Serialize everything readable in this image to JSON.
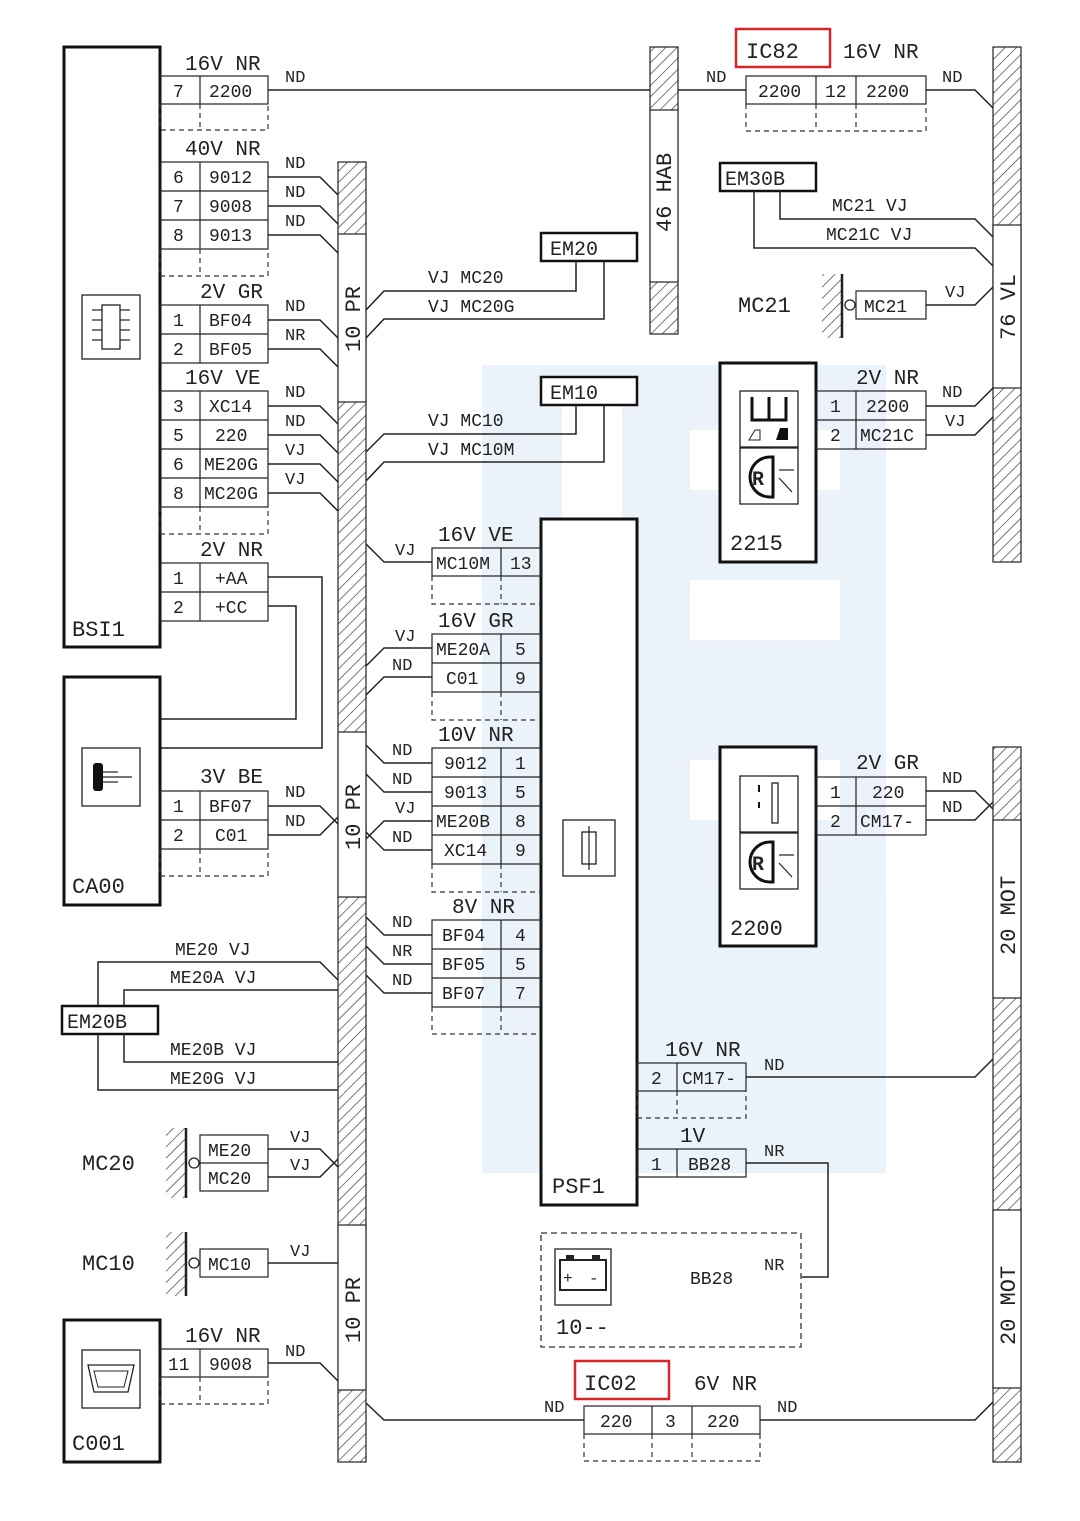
{
  "components": {
    "bsi": "BSI1",
    "ca00": "CA00",
    "c001": "C001",
    "psf1": "PSF1",
    "em20": "EM20",
    "em10": "EM10",
    "em30b": "EM30B",
    "em20b": "EM20B",
    "r2215": "2215",
    "r2200": "2200",
    "battery": "10--",
    "battery_wire": "BB28",
    "mc20": "MC20",
    "mc10": "MC10",
    "mc21": "MC21",
    "battery_symbol_plus": "+",
    "battery_symbol_minus": "-"
  },
  "highlighted": {
    "ic82": "IC82",
    "ic02": "IC02"
  },
  "highlight_color": "#d9262b",
  "watermark_color": "#cfe3f3",
  "bars": {
    "hab": "46 HAB",
    "pr": "10 PR",
    "vl": "76 VL",
    "mot": "20 MOT"
  },
  "connectors": {
    "bsi_16v_nr": {
      "title": "16V NR",
      "rows": [
        [
          "7",
          "2200"
        ]
      ],
      "wires": [
        "ND"
      ]
    },
    "bsi_40v_nr": {
      "title": "40V NR",
      "rows": [
        [
          "6",
          "9012"
        ],
        [
          "7",
          "9008"
        ],
        [
          "8",
          "9013"
        ]
      ],
      "wires": [
        "ND",
        "ND",
        "ND"
      ]
    },
    "bsi_2v_gr": {
      "title": "2V GR",
      "rows": [
        [
          "1",
          "BF04"
        ],
        [
          "2",
          "BF05"
        ]
      ],
      "wires": [
        "ND",
        "NR"
      ]
    },
    "bsi_16v_ve": {
      "title": "16V VE",
      "rows": [
        [
          "3",
          "XC14"
        ],
        [
          "5",
          "220"
        ],
        [
          "6",
          "ME20G"
        ],
        [
          "8",
          "MC20G"
        ]
      ],
      "wires": [
        "ND",
        "ND",
        "VJ",
        "VJ"
      ]
    },
    "bsi_2v_nr": {
      "title": "2V NR",
      "rows": [
        [
          "1",
          "+AA"
        ],
        [
          "2",
          "+CC"
        ]
      ]
    },
    "ca00_3v_be": {
      "title": "3V BE",
      "rows": [
        [
          "1",
          "BF07"
        ],
        [
          "2",
          "C01"
        ]
      ],
      "wires": [
        "ND",
        "ND"
      ]
    },
    "c001_16v_nr": {
      "title": "16V NR",
      "rows": [
        [
          "11",
          "9008"
        ]
      ],
      "wires": [
        "ND"
      ]
    },
    "psf_16v_ve": {
      "title": "16V VE",
      "rows": [
        [
          "MC10M",
          "13"
        ]
      ],
      "wires": [
        "VJ"
      ]
    },
    "psf_16v_gr": {
      "title": "16V GR",
      "rows": [
        [
          "ME20A",
          "5"
        ],
        [
          "C01",
          "9"
        ]
      ],
      "wires": [
        "VJ",
        "ND"
      ]
    },
    "psf_10v_nr": {
      "title": "10V NR",
      "rows": [
        [
          "9012",
          "1"
        ],
        [
          "9013",
          "5"
        ],
        [
          "ME20B",
          "8"
        ],
        [
          "XC14",
          "9"
        ]
      ],
      "wires": [
        "ND",
        "ND",
        "VJ",
        "ND"
      ]
    },
    "psf_8v_nr": {
      "title": "8V NR",
      "rows": [
        [
          "BF04",
          "4"
        ],
        [
          "BF05",
          "5"
        ],
        [
          "BF07",
          "7"
        ]
      ],
      "wires": [
        "ND",
        "NR",
        "ND"
      ]
    },
    "psf_16v_nr": {
      "title": "16V NR",
      "rows": [
        [
          "2",
          "CM17-"
        ]
      ],
      "wires": [
        "ND"
      ]
    },
    "psf_1v": {
      "title": "1V",
      "rows": [
        [
          "1",
          "BB28"
        ]
      ],
      "wires": [
        "NR"
      ]
    },
    "ic82": {
      "title": "16V NR",
      "cells": [
        "2200",
        "12",
        "2200"
      ],
      "wires": [
        "ND",
        "ND"
      ]
    },
    "ic02": {
      "title": "6V NR",
      "cells": [
        "220",
        "3",
        "220"
      ],
      "wires": [
        "ND",
        "ND"
      ]
    },
    "r2215_2v_nr": {
      "title": "2V NR",
      "rows": [
        [
          "1",
          "2200"
        ],
        [
          "2",
          "MC21C"
        ]
      ],
      "wires": [
        "ND",
        "VJ"
      ]
    },
    "r2200_2v_gr": {
      "title": "2V GR",
      "rows": [
        [
          "1",
          "220"
        ],
        [
          "2",
          "CM17-"
        ]
      ],
      "wires": [
        "ND",
        "ND"
      ]
    },
    "mc20_pins": {
      "rows": [
        "ME20",
        "MC20"
      ],
      "wires": [
        "VJ",
        "VJ"
      ]
    },
    "mc10_pins": {
      "rows": [
        "MC10"
      ],
      "wires": [
        "VJ"
      ]
    },
    "mc21_pins": {
      "rows": [
        "MC21"
      ],
      "wires": [
        "VJ"
      ]
    },
    "battery_wire": "NR"
  },
  "wire_labels": {
    "em20_a": "VJ  MC20",
    "em20_b": "VJ  MC20G",
    "em10_a": "VJ  MC10",
    "em10_b": "VJ  MC10M",
    "em30b_a": "MC21 VJ",
    "em30b_b": "MC21C VJ",
    "em20b_a": "ME20 VJ",
    "em20b_b": "ME20A VJ",
    "em20b_c": "ME20B VJ",
    "em20b_d": "ME20G VJ"
  }
}
